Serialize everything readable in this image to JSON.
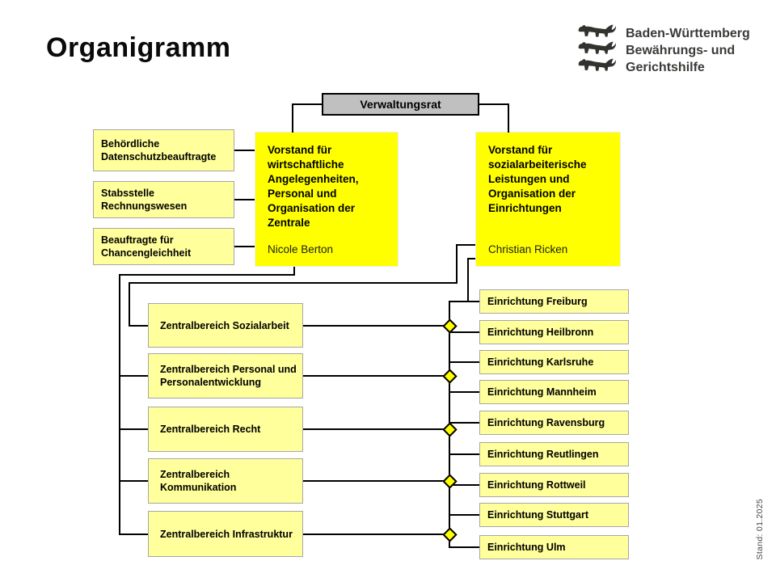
{
  "page": {
    "title": "Organigramm",
    "stand_note": "Stand: 01.2025"
  },
  "logo": {
    "crest_icon": "baden-wuerttemberg-three-lions",
    "lines": [
      "Baden-Württemberg",
      "Bewährungs- und",
      "Gerichtshilfe"
    ]
  },
  "colors": {
    "board_yellow": "#FFFF00",
    "unit_light_yellow": "#FFFF9B",
    "root_gray": "#C0C0C0",
    "connector_black": "#000000",
    "box_border_gray": "#A6A6A6"
  },
  "chart_data": {
    "type": "org-chart",
    "root": {
      "label": "Verwaltungsrat"
    },
    "board_left": {
      "title": "Vorstand für wirtschaftliche Angelegenheiten, Personal und Organisation der Zentrale",
      "person": "Nicole Berton"
    },
    "board_right": {
      "title": "Vorstand für sozialarbeiterische Leistungen und Organisation der Einrichtungen",
      "person": "Christian Ricken"
    },
    "staff_units": [
      "Behördliche Datenschutzbeauftragte",
      "Stabsstelle Rechnungswesen",
      "Beauftragte für Chancengleichheit"
    ],
    "zentralbereiche": [
      "Zentralbereich Sozialarbeit",
      "Zentralbereich Personal und Personalentwicklung",
      "Zentralbereich Recht",
      "Zentralbereich Kommunikation",
      "Zentralbereich Infrastruktur"
    ],
    "einrichtungen": [
      "Einrichtung Freiburg",
      "Einrichtung Heilbronn",
      "Einrichtung Karlsruhe",
      "Einrichtung Mannheim",
      "Einrichtung Ravensburg",
      "Einrichtung Reutlingen",
      "Einrichtung Rottweil",
      "Einrichtung Stuttgart",
      "Einrichtung Ulm"
    ]
  }
}
